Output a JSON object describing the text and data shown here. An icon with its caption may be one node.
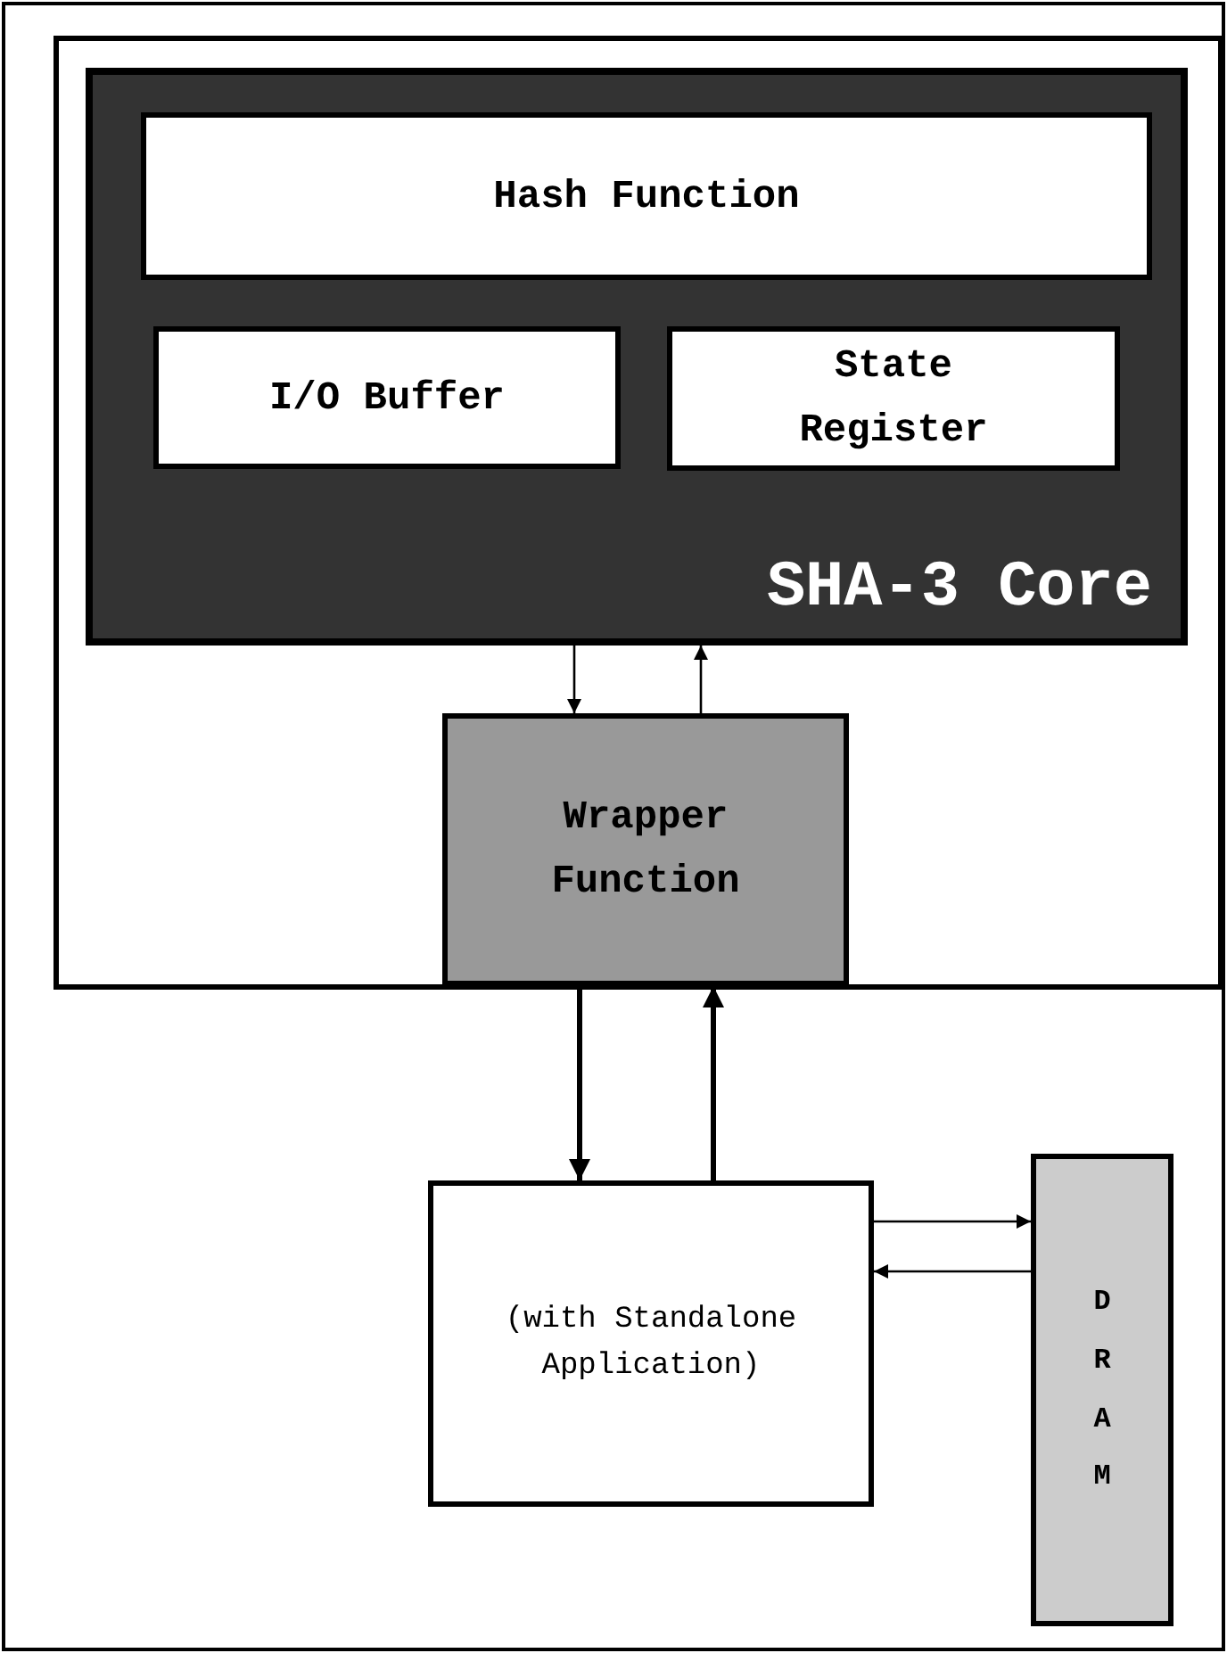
{
  "diagram": {
    "nodes": [
      {
        "text": [],
        "shape": "box"
      },
      {
        "text": [
          "SHA-3 Core"
        ],
        "in": 0
      },
      {
        "text": [
          "Hash Function"
        ],
        "in": 1
      },
      {
        "text": [
          "I/O Buffer"
        ],
        "in": 1
      },
      {
        "text": [
          "State Register"
        ],
        "in": 1
      },
      {
        "text": [
          "Wrapper Function"
        ],
        "in": 0
      },
      {
        "text": [
          "(with Standalone Application)"
        ]
      },
      {
        "text": [
          "DRAM"
        ]
      }
    ],
    "edges": [
      {
        "from": 1,
        "to": 5,
        "arrow": "to"
      },
      {
        "from": 5,
        "to": 1,
        "arrow": "to"
      },
      {
        "from": 5,
        "to": 6,
        "arrow": "to",
        "style": "thick"
      },
      {
        "from": 6,
        "to": 5,
        "arrow": "to",
        "style": "thick"
      },
      {
        "from": 6,
        "to": 7,
        "arrow": "to"
      },
      {
        "from": 7,
        "to": 6,
        "arrow": "to"
      }
    ]
  }
}
